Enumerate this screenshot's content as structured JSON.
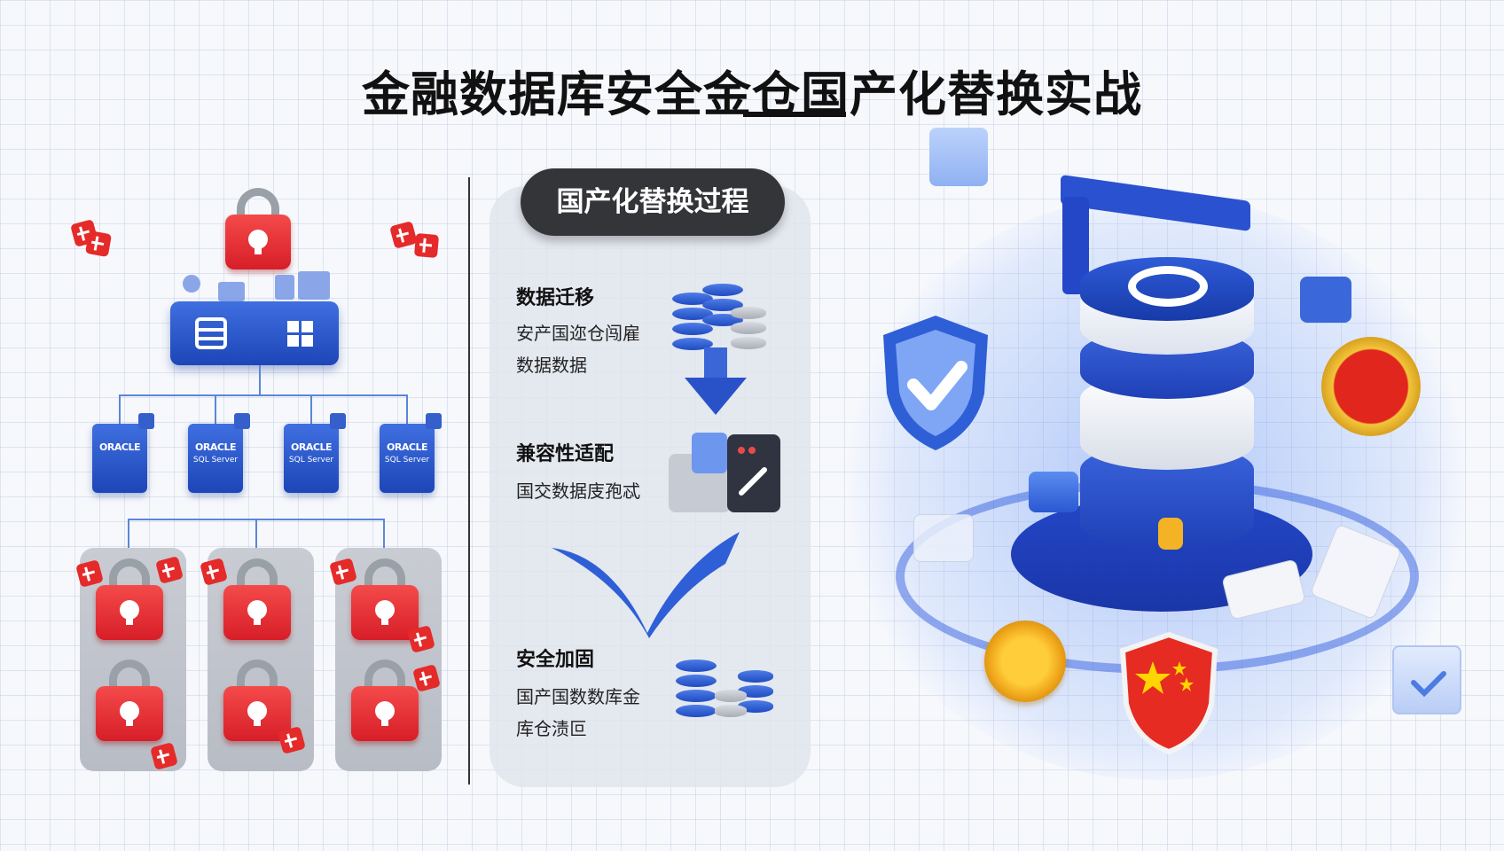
{
  "title": "金融数据库安全金仓国产化替换实战",
  "left": {
    "databases": [
      {
        "brand": "ORACLE",
        "sub": ""
      },
      {
        "brand": "ORACLE",
        "sub": "SQL Server"
      },
      {
        "brand": "ORACLE",
        "sub": "SQL Server"
      },
      {
        "brand": "ORACLE",
        "sub": "SQL Server"
      }
    ]
  },
  "process": {
    "heading": "国产化替换过程",
    "steps": [
      {
        "title": "数据迁移",
        "desc1": "安产国迩仓闯雇",
        "desc2": "数据数据"
      },
      {
        "title": "兼容性适配",
        "desc1": "国交数据庋孢忒",
        "desc2": ""
      },
      {
        "title": "安全加固",
        "desc1": "国产国数数库金",
        "desc2": "库仓渍叵"
      }
    ]
  },
  "colors": {
    "accent_blue": "#1d46b8",
    "lock_red": "#d71e28",
    "panel_dark": "#343538"
  }
}
